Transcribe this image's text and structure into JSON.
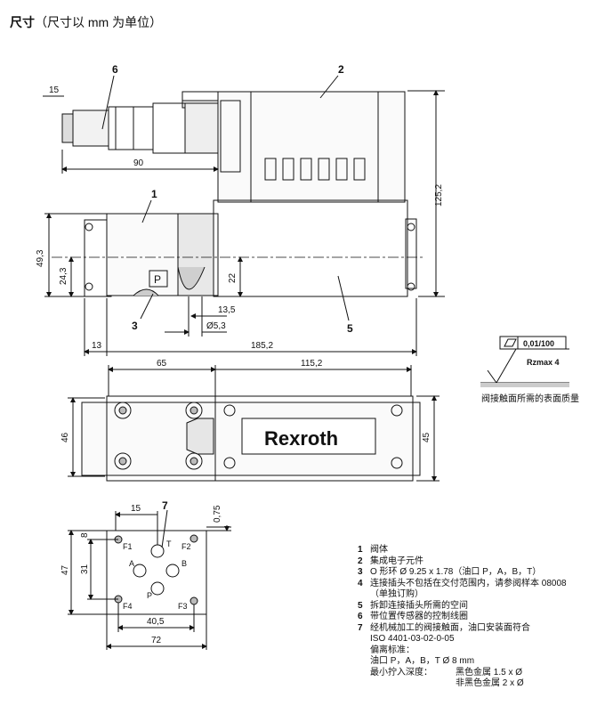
{
  "title": {
    "main": "尺寸",
    "sub": "（尺寸以 mm 为单位）"
  },
  "drawing": {
    "callouts": [
      "1",
      "2",
      "3",
      "5",
      "6",
      "7"
    ],
    "dims_top": {
      "d15": "15",
      "d90": "90",
      "d125": "125,2",
      "d49": "49,3",
      "d24": "24,3",
      "d22": "22",
      "d13_5": "13,5",
      "d5_3": "Ø5,3",
      "d13": "13",
      "d185": "185,2"
    },
    "dims_plan": {
      "d65": "65",
      "d115": "115,2",
      "d46": "46",
      "d45": "45"
    },
    "brand": "Rexroth",
    "port_label_p": "P",
    "dims_sub": {
      "d15": "15",
      "d0_75": "0,75",
      "d8": "8",
      "d47": "47",
      "d31": "31",
      "d40_5": "40,5",
      "d72": "72"
    },
    "ports": {
      "f1": "F1",
      "f2": "F2",
      "f3": "F3",
      "f4": "F4",
      "a": "A",
      "b": "B",
      "t": "T",
      "p": "P"
    }
  },
  "surface": {
    "flatness": "0,01/100",
    "roughness": "Rzmax 4",
    "caption": "阀接触面所需的表面质量"
  },
  "legend": {
    "items": [
      {
        "n": "1",
        "text": "阀体"
      },
      {
        "n": "2",
        "text": "集成电子元件"
      },
      {
        "n": "3",
        "text": "O 形环 Ø 9.25 x 1.78（油口 P，A，B，T）"
      },
      {
        "n": "4",
        "text": "连接插头不包括在交付范围内，请参阅样本 08008"
      },
      {
        "n": "5",
        "text": "拆卸连接插头所需的空间"
      },
      {
        "n": "6",
        "text": "带位置传感器的控制线圈"
      },
      {
        "n": "7",
        "text": "经机械加工的阀接触面，油口安装面符合"
      }
    ],
    "item4_cont": "（单独订购）",
    "item7_iso": "ISO 4401-03-02-0-05",
    "item7_dev": "偏离标准：",
    "item7_port": "油口 P，A，B，T Ø 8 mm",
    "item7_depth": "最小拧入深度：",
    "item7_ferrous": "黑色金属 1.5 x Ø",
    "item7_nonferrous": "非黑色金属 2 x Ø"
  }
}
